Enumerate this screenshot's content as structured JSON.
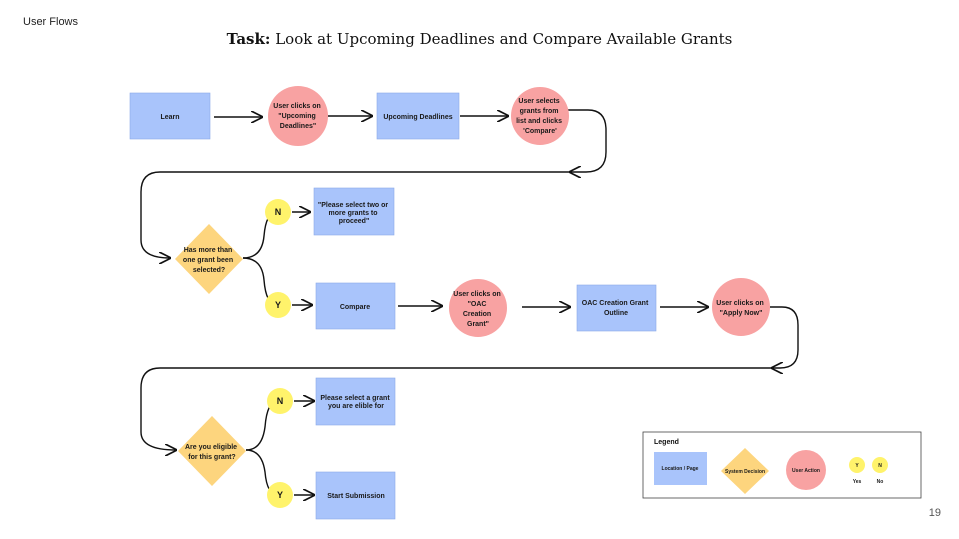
{
  "header": {
    "section_label": "User Flows",
    "task_prefix": "Task:",
    "task_text": "Look at Upcoming Deadlines and Compare Available Grants"
  },
  "page_number": "19",
  "colors": {
    "location": "#a9c4fb",
    "decision": "#fdd57e",
    "action": "#f8a2a2",
    "yes_no": "#fff36b",
    "arrow": "#111111"
  },
  "nodes": {
    "learn": [
      "Learn"
    ],
    "click_upcoming": [
      "User clicks on",
      "\"Upcoming",
      "Deadlines\""
    ],
    "upcoming_deadlines": [
      "Upcoming Deadlines"
    ],
    "select_grants": [
      "User selects",
      "grants from",
      "list and clicks",
      "'Compare'"
    ],
    "decision_grants": [
      "Has more than",
      "one grant been",
      "selected?"
    ],
    "n1": [
      "N"
    ],
    "y1": [
      "Y"
    ],
    "select_two": [
      "\"Please select two or",
      "more grants to",
      "proceed\""
    ],
    "compare": [
      "Compare"
    ],
    "click_oac": [
      "User clicks on",
      "\"OAC",
      "Creation",
      "Grant\""
    ],
    "oac_outline": [
      "OAC Creation Grant",
      "Outline"
    ],
    "click_apply": [
      "User clicks on",
      "\"Apply Now\""
    ],
    "decision_eligible": [
      "Are you eligible",
      "for this grant?"
    ],
    "n2": [
      "N"
    ],
    "y2": [
      "Y"
    ],
    "select_eligible": [
      "Please select a grant",
      "you are elible for"
    ],
    "start_submission": [
      "Start Submission"
    ]
  },
  "legend": {
    "title": "Legend",
    "location": "Location / Page",
    "decision": "System Decision",
    "action": "User Action",
    "yes_symbol": "Y",
    "no_symbol": "N",
    "yes_label": "Yes",
    "no_label": "No"
  }
}
